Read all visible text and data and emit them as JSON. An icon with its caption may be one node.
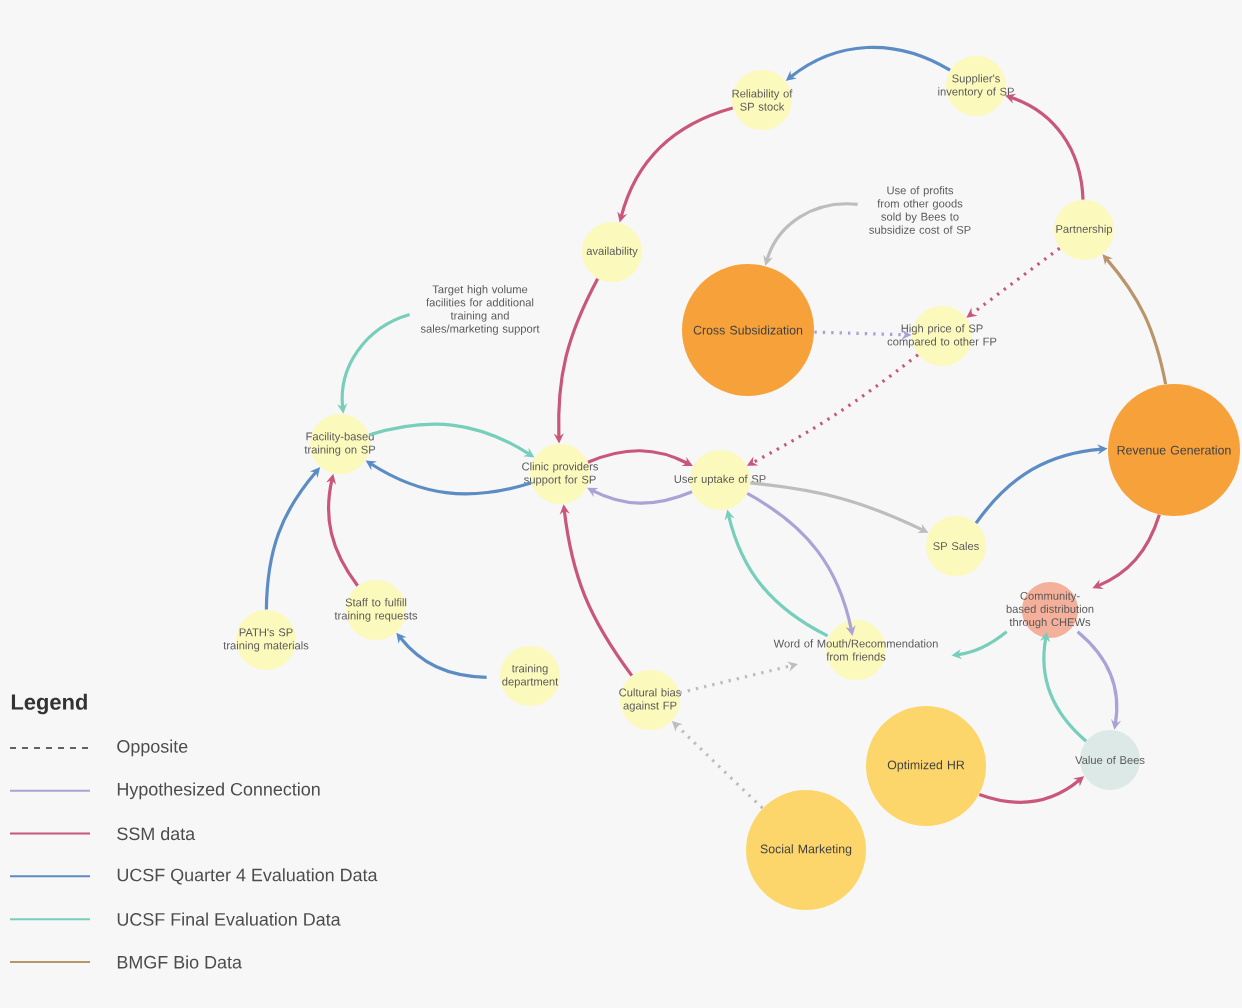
{
  "diagram": {
    "nodes": [
      {
        "text": [
          "Reliability of SP stock"
        ]
      },
      {
        "text": [
          "Supplier's inventory of SP"
        ]
      },
      {
        "text": [
          "availability"
        ]
      },
      {
        "text": [
          "Use of profits from other goods sold by Bees to subsidize cost of SP"
        ]
      },
      {
        "text": [
          "Partnership"
        ]
      },
      {
        "text": [
          "Target high volume facilities for additional training and sales/marketing support"
        ]
      },
      {
        "text": [
          "Cross Subsidization"
        ]
      },
      {
        "text": [
          "High price of SP compared to other FP"
        ]
      },
      {
        "text": [
          "Revenue Generation"
        ]
      },
      {
        "text": [
          "Facility-based training on SP"
        ]
      },
      {
        "text": [
          "Clinic providers support for SP"
        ]
      },
      {
        "text": [
          "User uptake of SP"
        ]
      },
      {
        "text": [
          "SP Sales"
        ]
      },
      {
        "text": [
          "Community-based distribution through CHEWs"
        ]
      },
      {
        "text": [
          "PATH's SP training materials"
        ]
      },
      {
        "text": [
          "Staff to fulfill training requests"
        ]
      },
      {
        "text": [
          "training department"
        ]
      },
      {
        "text": [
          "Word of Mouth/Recommendation from friends"
        ]
      },
      {
        "text": [
          "Cultural bias against FP"
        ]
      },
      {
        "text": [
          "Value of Bees"
        ]
      },
      {
        "text": [
          "Optimized HR"
        ]
      },
      {
        "text": [
          "Social Marketing"
        ]
      }
    ],
    "edges": [
      {
        "from": 1,
        "to": 0,
        "arrow": "to",
        "color": "#5b8cc4"
      },
      {
        "from": 4,
        "to": 1,
        "arrow": "to"
      },
      {
        "from": 0,
        "to": 2,
        "arrow": "to"
      },
      {
        "from": 3,
        "to": 6,
        "arrow": "to",
        "color": "#bdbdbd"
      },
      {
        "from": 8,
        "to": 4,
        "arrow": "to",
        "color": "#b8956a"
      },
      {
        "from": 6,
        "to": 7,
        "arrow": "to",
        "style": "dashed",
        "color": "#a9a3d6"
      },
      {
        "from": 4,
        "to": 7,
        "arrow": "to",
        "style": "dashed"
      },
      {
        "from": 7,
        "to": 11,
        "arrow": "to",
        "style": "dashed"
      },
      {
        "from": 5,
        "to": 9,
        "arrow": "to",
        "color": "#77cfbb"
      },
      {
        "from": 2,
        "to": 10,
        "arrow": "to"
      },
      {
        "from": 9,
        "to": 10,
        "arrow": "to",
        "color": "#77cfbb"
      },
      {
        "from": 10,
        "to": 9,
        "arrow": "to",
        "color": "#5b8cc4"
      },
      {
        "from": 10,
        "to": 11,
        "arrow": "to"
      },
      {
        "from": 11,
        "to": 10,
        "arrow": "to",
        "color": "#a9a3d6"
      },
      {
        "from": 11,
        "to": 12,
        "arrow": "to",
        "color": "#bdbdbd"
      },
      {
        "from": 12,
        "to": 8,
        "arrow": "to",
        "color": "#5b8cc4"
      },
      {
        "from": 8,
        "to": 13,
        "arrow": "to"
      },
      {
        "from": 13,
        "to": 17,
        "arrow": "to",
        "color": "#77cfbb"
      },
      {
        "from": 17,
        "to": 11,
        "arrow": "to",
        "color": "#77cfbb"
      },
      {
        "from": 11,
        "to": 17,
        "arrow": "to",
        "color": "#a9a3d6"
      },
      {
        "from": 13,
        "to": 19,
        "arrow": "to",
        "color": "#a9a3d6"
      },
      {
        "from": 19,
        "to": 13,
        "arrow": "to",
        "color": "#77cfbb"
      },
      {
        "from": 20,
        "to": 19,
        "arrow": "to"
      },
      {
        "from": 21,
        "to": 18,
        "arrow": "to",
        "style": "dashed",
        "color": "#bdbdbd"
      },
      {
        "from": 18,
        "to": 17,
        "arrow": "to",
        "style": "dashed",
        "color": "#bdbdbd"
      },
      {
        "from": 18,
        "to": 10,
        "arrow": "to"
      },
      {
        "from": 14,
        "to": 9,
        "arrow": "to",
        "color": "#5b8cc4"
      },
      {
        "from": 15,
        "to": 9,
        "arrow": "to"
      },
      {
        "from": 16,
        "to": 15,
        "arrow": "to",
        "color": "#5b8cc4"
      }
    ],
    "labels": [
      "Legend"
    ],
    "legend": [
      {
        "text": "Opposite"
      },
      {
        "text": "Hypothesized Connection"
      },
      {
        "text": "SSM data"
      },
      {
        "text": "UCSF Quarter 4 Evaluation Data"
      },
      {
        "text": "UCSF Final Evaluation Data"
      },
      {
        "text": "BMGF Bio Data"
      }
    ]
  }
}
